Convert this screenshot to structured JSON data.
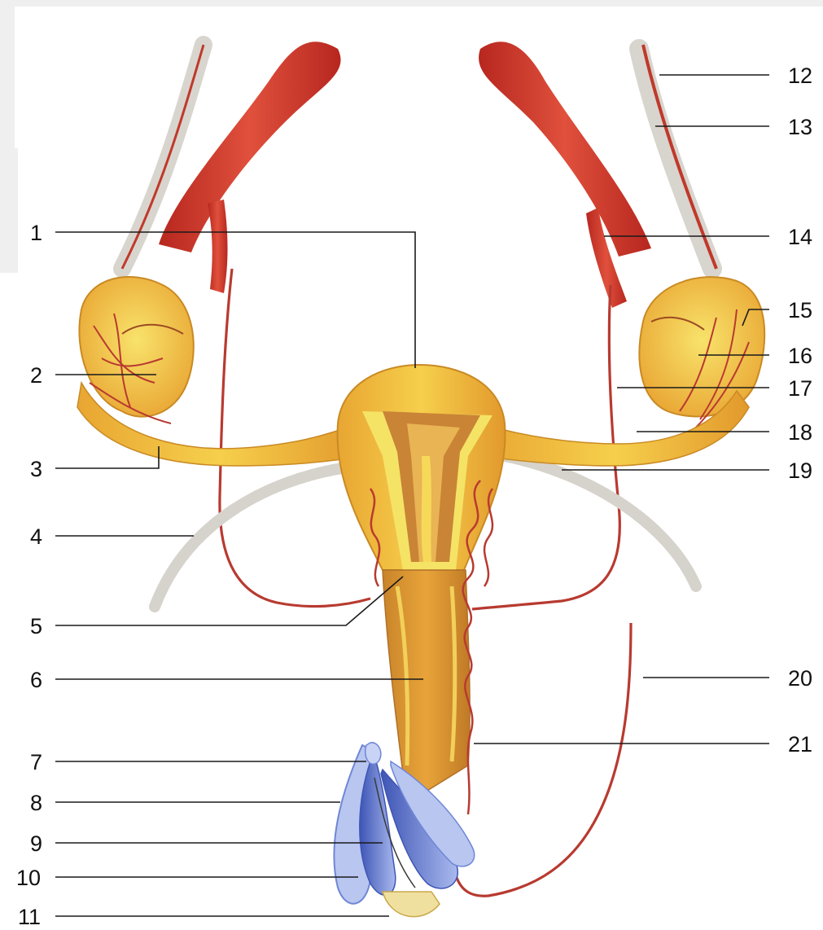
{
  "labels_left": [
    "1",
    "2",
    "3",
    "4",
    "5",
    "6",
    "7",
    "8",
    "9",
    "10",
    "11"
  ],
  "labels_right": [
    "12",
    "13",
    "14",
    "15",
    "16",
    "17",
    "18",
    "19",
    "20",
    "21"
  ],
  "colors": {
    "artery": "#c8322b",
    "artery_light": "#e06a55",
    "vessel": "#b83a30",
    "ligament": "#d9d6cf",
    "organ": "#f2b733",
    "organ_light": "#f7e26a",
    "organ_dark": "#c98a24",
    "cavity": "#d99a45",
    "vein_blue": "#6f86d6",
    "vein_light": "#b8c6f0"
  }
}
